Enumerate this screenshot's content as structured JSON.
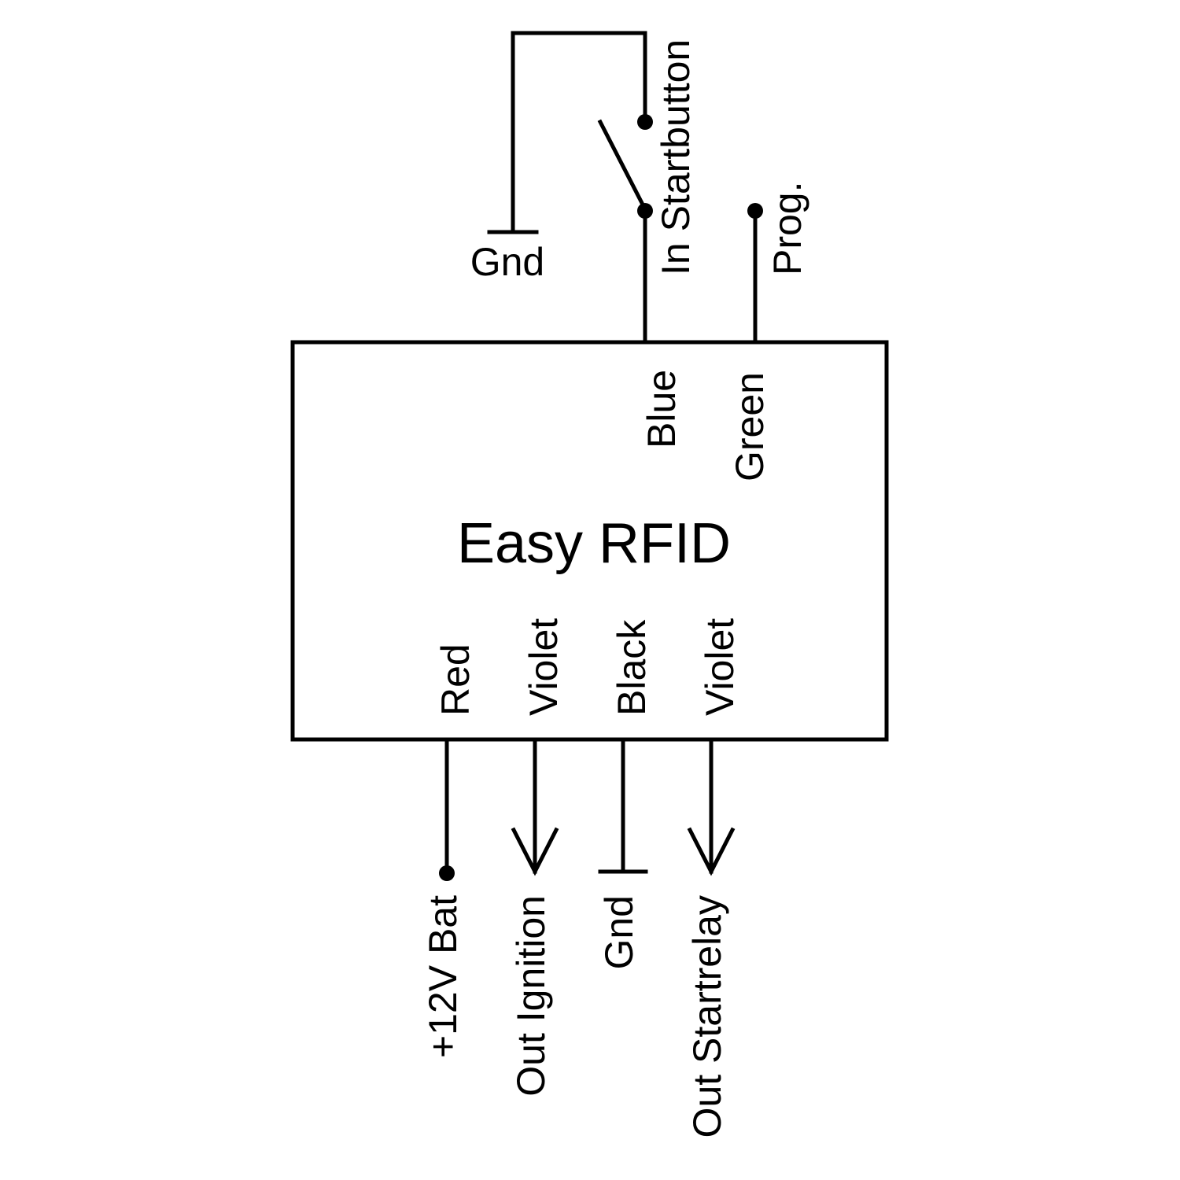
{
  "device": {
    "name": "Easy RFID"
  },
  "top_connections": {
    "gnd_label": "Gnd",
    "startbutton_label": "In Startbutton",
    "prog_label": "Prog.",
    "blue_wire": "Blue",
    "green_wire": "Green"
  },
  "bottom_connections": [
    {
      "wire": "Red",
      "function": "+12V Bat"
    },
    {
      "wire": "Violet",
      "function": "Out Ignition"
    },
    {
      "wire": "Black",
      "function": "Gnd"
    },
    {
      "wire": "Violet",
      "function": "Out Startrelay"
    }
  ]
}
